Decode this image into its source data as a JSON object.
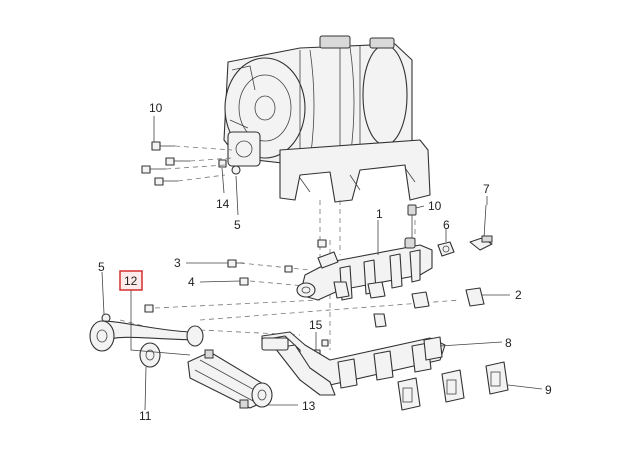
{
  "callouts": {
    "c1": "1",
    "c2": "2",
    "c3": "3",
    "c4": "4",
    "c5a": "5",
    "c5b": "5",
    "c6": "6",
    "c7": "7",
    "c8": "8",
    "c9": "9",
    "c10a": "10",
    "c10b": "10",
    "c11": "11",
    "c12": "12",
    "c13": "13",
    "c14": "14",
    "c15": "15"
  },
  "colors": {
    "highlight": "#d32f2f",
    "line": "#333333",
    "part_fill": "#f3f3f3"
  }
}
